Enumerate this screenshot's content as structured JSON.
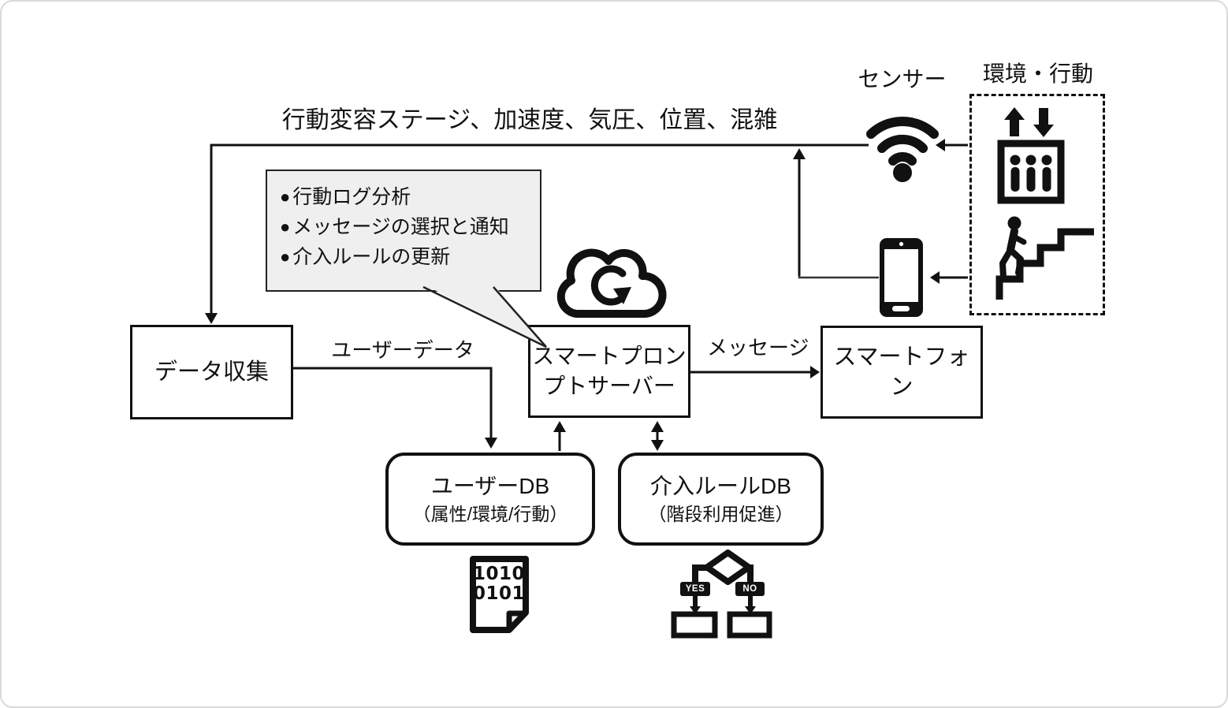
{
  "colors": {
    "ink": "#111111",
    "callout_bg": "#efefef",
    "canvas_bg": "#ffffff",
    "canvas_border": "#d9d9d9"
  },
  "flow_label": "行動変容ステージ、加速度、気圧、位置、混雑",
  "sensor": {
    "label": "センサー"
  },
  "environment": {
    "label": "環境・行動"
  },
  "callout": {
    "bullet": "●",
    "items": [
      "行動ログ分析",
      "メッセージの選択と通知",
      "介入ルールの更新"
    ]
  },
  "nodes": {
    "data_collection": {
      "label": "データ収集"
    },
    "smart_prompt_server": {
      "line1": "スマートプロン",
      "line2": "プトサーバー"
    },
    "smartphone": {
      "label": "スマートフォン"
    },
    "user_db": {
      "line1": "ユーザーDB",
      "line2": "（属性/環境/行動）"
    },
    "intervention_rule_db": {
      "line1": "介入ルールDB",
      "line2": "（階段利用促進）"
    }
  },
  "edges": {
    "user_data": "ユーザーデータ",
    "message": "メッセージ"
  },
  "icons": {
    "binary_document": {
      "line1": "1010",
      "line2": "0101"
    },
    "decision_tree": {
      "yes": "YES",
      "no": "NO"
    }
  }
}
